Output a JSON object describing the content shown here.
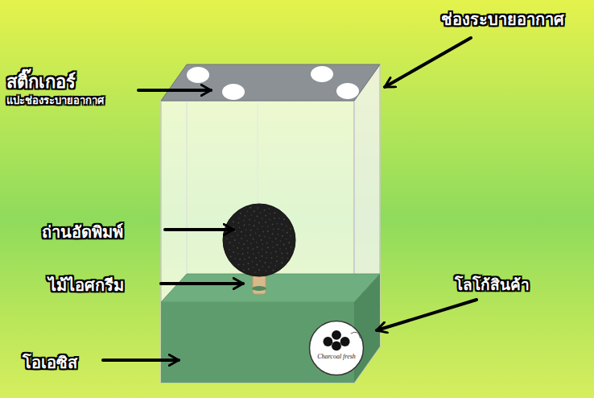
{
  "diagram": {
    "nodes": [
      {
        "text": [
          "Charcoal fresh"
        ]
      }
    ],
    "labels": [
      "ช่องระบายอากาศ",
      "สติ๊กเกอร์",
      "แปะช่องระบายอากาศ",
      "ถ่านอัดพิมพ์",
      "ไม้ไอศกรีม",
      "โลโก้สินค้า",
      "โอเอซิส"
    ]
  }
}
